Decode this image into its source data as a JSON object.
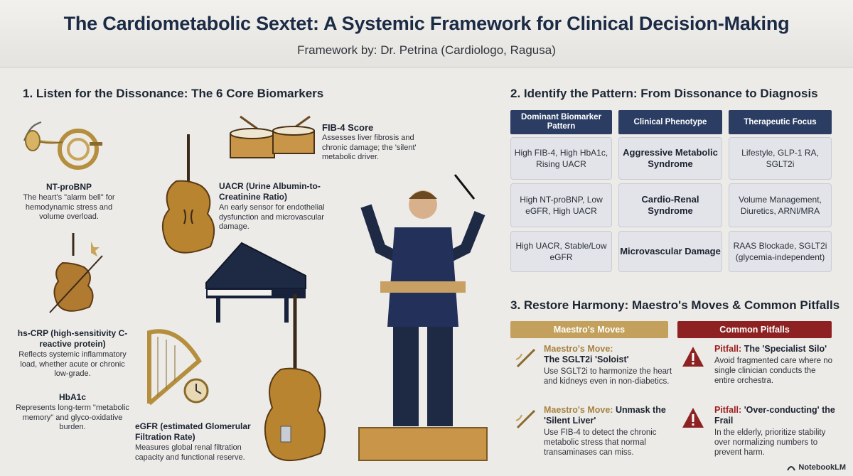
{
  "header": {
    "title": "The Cardiometabolic Sextet: A Systemic Framework for Clinical Decision-Making",
    "subtitle": "Framework by: Dr. Petrina (Cardiologo, Ragusa)"
  },
  "section1": {
    "title": "1. Listen for the Dissonance: The 6 Core Biomarkers",
    "biomarkers": [
      {
        "name": "NT-proBNP",
        "desc": "The heart's \"alarm bell\" for hemodynamic stress and volume overload."
      },
      {
        "name": "hs-CRP (high-sensitivity C-reactive protein)",
        "desc": "Reflects systemic inflammatory load, whether acute or chronic low-grade."
      },
      {
        "name": "HbA1c",
        "desc": "Represents long-term \"metabolic memory\" and glyco-oxidative burden."
      },
      {
        "name": "FIB-4 Score",
        "desc": "Assesses liver fibrosis and chronic damage; the 'silent' metabolic driver."
      },
      {
        "name": "UACR (Urine Albumin-to-Creatinine Ratio)",
        "desc": "An early sensor for endothelial dysfunction and microvascular damage."
      },
      {
        "name": "eGFR (estimated Glomerular Filtration Rate)",
        "desc": "Measures global renal filtration capacity and functional reserve."
      }
    ]
  },
  "section2": {
    "title": "2. Identify the Pattern: From Dissonance to Diagnosis",
    "headers": [
      "Dominant Biomarker Pattern",
      "Clinical Phenotype",
      "Therapeutic Focus"
    ],
    "rows": [
      [
        "High FIB-4, High HbA1c, Rising UACR",
        "Aggressive Metabolic Syndrome",
        "Lifestyle, GLP-1 RA, SGLT2i"
      ],
      [
        "High NT-proBNP, Low eGFR, High UACR",
        "Cardio-Renal Syndrome",
        "Volume Management, Diuretics, ARNI/MRA"
      ],
      [
        "High UACR, Stable/Low eGFR",
        "Microvascular Damage",
        "RAAS Blockade, SGLT2i (glycemia-independent)"
      ]
    ]
  },
  "section3": {
    "title": "3. Restore Harmony: Maestro's Moves & Common Pitfalls",
    "moves_label": "Maestro's Moves",
    "pitfalls_label": "Common Pitfalls",
    "moves": [
      {
        "lead": "Maestro's Move:",
        "title": "The SGLT2i 'Soloist'",
        "desc": "Use SGLT2i to harmonize the heart and kidneys even in non-diabetics."
      },
      {
        "lead": "Maestro's Move:",
        "title": "Unmask the 'Silent Liver'",
        "desc": "Use FIB-4 to detect the chronic metabolic stress that normal transaminases can miss."
      }
    ],
    "pitfalls": [
      {
        "lead": "Pitfall:",
        "title": "The 'Specialist Silo'",
        "desc": "Avoid fragmented care where no single clinician conducts the entire orchestra."
      },
      {
        "lead": "Pitfall:",
        "title": "'Over-conducting' the Frail",
        "desc": "In the elderly, prioritize stability over normalizing numbers to prevent harm."
      }
    ]
  },
  "footer": {
    "badge": "NotebookLM"
  },
  "colors": {
    "navy": "#2b3d63",
    "gold": "#c3a15c",
    "red": "#8e2222"
  }
}
